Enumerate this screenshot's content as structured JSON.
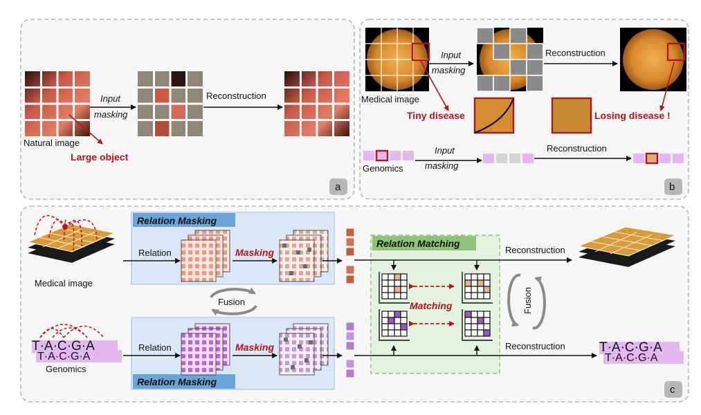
{
  "panel_a": {
    "label": "a",
    "natural_image": "Natural image",
    "large_object": "Large object",
    "input": "Input",
    "masking": "masking",
    "reconstruction": "Reconstruction"
  },
  "panel_b": {
    "label": "b",
    "input_top": "Input",
    "masking_top": "masking",
    "reconstruction_top": "Reconstruction",
    "medical_image": "Medical image",
    "tiny_disease": "Tiny disease",
    "losing_disease": "Losing disease !",
    "genomics": "Genomics",
    "input_bottom": "Input",
    "masking_bottom": "masking",
    "reconstruction_bottom": "Reconstruction"
  },
  "panel_c": {
    "label": "c",
    "relation_masking_top": "Relation Masking",
    "relation_masking_bottom": "Relation Masking",
    "relation_matching": "Relation Matching",
    "relation_top": "Relation",
    "relation_bottom": "Relation",
    "masking_top": "Masking",
    "masking_bottom": "Masking",
    "fusion_left": "Fusion",
    "fusion_right": "Fusion",
    "matching": "Matching",
    "medical_image": "Medical image",
    "genomics": "Genomics",
    "reconstruction_top": "Reconstruction",
    "reconstruction_bottom": "Reconstruction",
    "dna_left_top": "T·A·C·G·A",
    "dna_left_under": "T·A·C·G·A",
    "dna_right_top": "T·A·C·G·A",
    "dna_right_under": "T·A·C·G·A"
  },
  "colors": {
    "accent_red": "#b5121b",
    "relation_masking_bg": "#dbe7f6",
    "relation_masking_title": "#5b9bd5",
    "relation_matching_bg": "#e3f1df",
    "relation_matching_title": "#8dc27b",
    "genomics_purple": "#e3b7ef",
    "medical_orange": "#e3a23c"
  }
}
